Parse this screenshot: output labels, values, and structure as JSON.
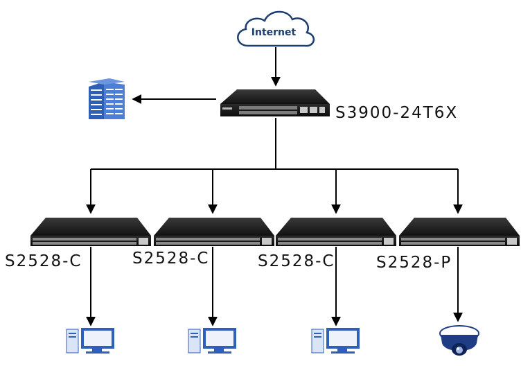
{
  "cloud": {
    "label": "Internet"
  },
  "core_switch": {
    "label": "S3900-24T6X"
  },
  "server": {
    "icon": "server-rack-icon"
  },
  "access_switches": [
    {
      "label": "S2528-C"
    },
    {
      "label": "S2528-C"
    },
    {
      "label": "S2528-C"
    },
    {
      "label": "S2528-P"
    }
  ],
  "endpoints": [
    {
      "icon": "desktop-computer-icon"
    },
    {
      "icon": "desktop-computer-icon"
    },
    {
      "icon": "desktop-computer-icon"
    },
    {
      "icon": "dome-camera-icon"
    }
  ],
  "colors": {
    "line": "#000000",
    "cloud_stroke": "#1c3d6e",
    "cloud_text": "#1c3d6e",
    "switch_body": "#1e1e1e",
    "port": "#8a8a8a",
    "server": "#2e5fb5",
    "pc_monitor": "#2f5fb8",
    "camera": "#1f3d84"
  }
}
